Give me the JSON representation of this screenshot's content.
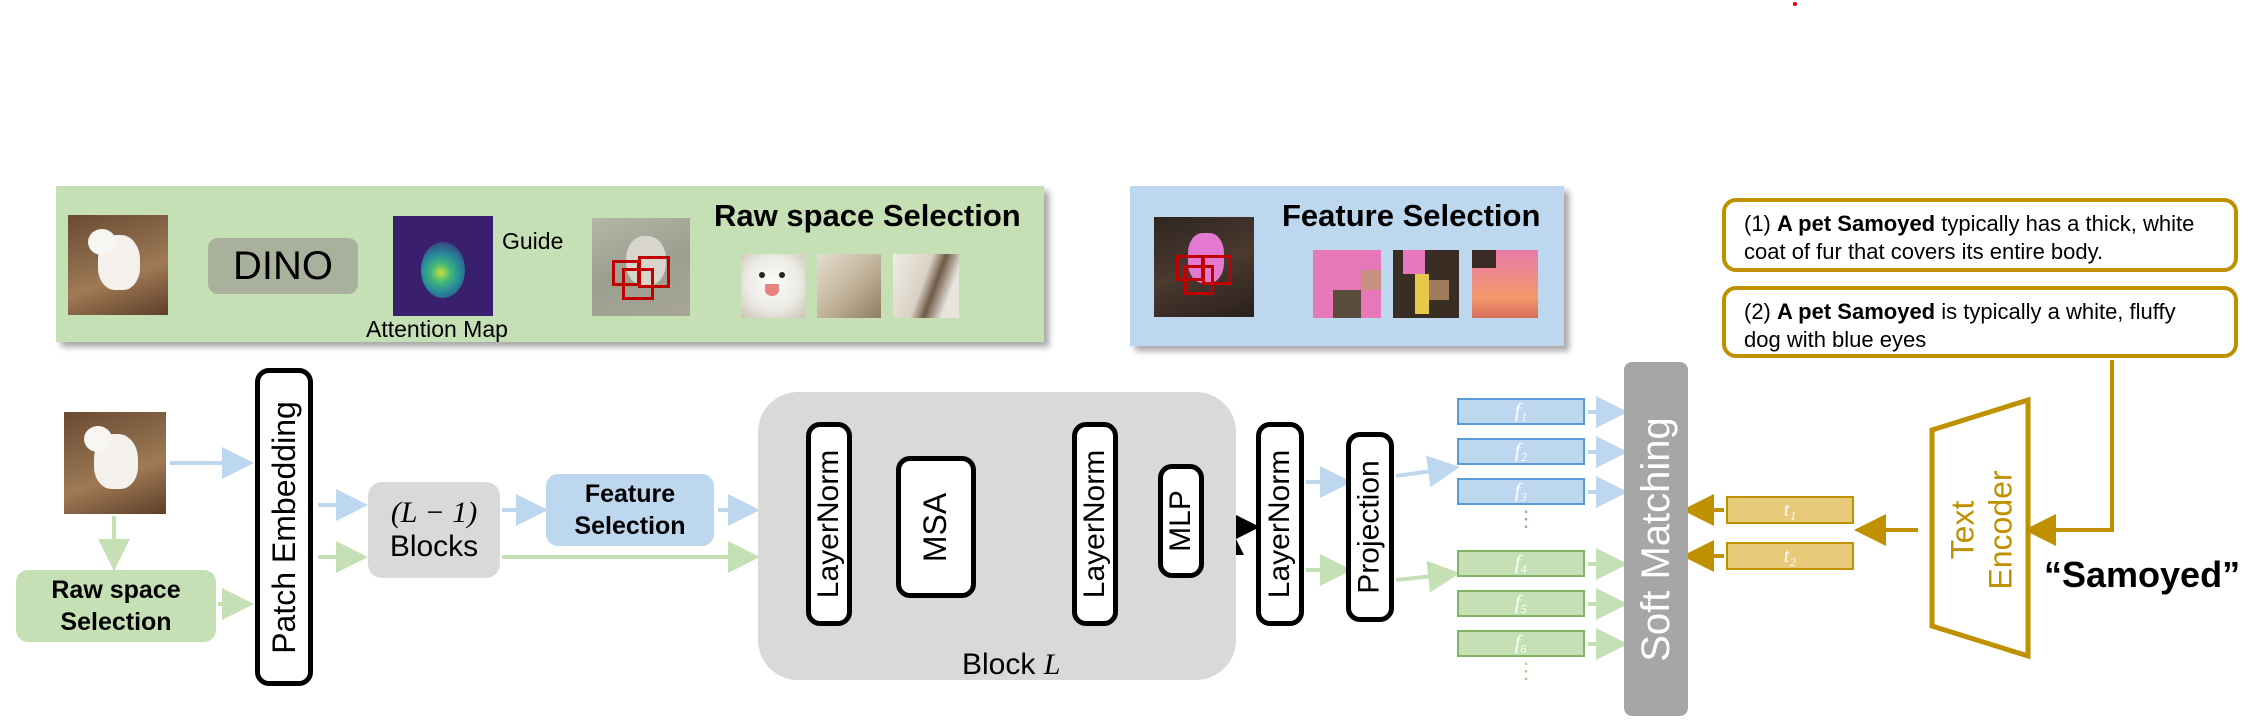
{
  "raw_panel": {
    "title": "Raw space Selection",
    "dino_label": "DINO",
    "attention_caption": "Attention Map",
    "guide_label": "Guide"
  },
  "feature_panel": {
    "title": "Feature Selection"
  },
  "pipeline": {
    "raw_space_selection": "Raw space\nSelection",
    "patch_embedding": "Patch Embedding",
    "blocks_math": "(L − 1)",
    "blocks_word": "Blocks",
    "feature_selection": "Feature\nSelection",
    "layernorm": "LayerNorm",
    "msa": "MSA",
    "mlp": "MLP",
    "block_word": "Block",
    "block_var": "L",
    "projection": "Projection",
    "soft_matching": "Soft Matching",
    "dots": "⋮"
  },
  "features": {
    "blue": [
      "f₁",
      "f₂",
      "f₃"
    ],
    "green": [
      "f₄",
      "f₅",
      "f₆"
    ]
  },
  "text_side": {
    "tokens": [
      "t₁",
      "t₂"
    ],
    "encoder_line1": "Text",
    "encoder_line2": "Encoder",
    "class_name": "“Samoyed”",
    "caption1": {
      "num": "(1) ",
      "bold": "A pet Samoyed",
      "rest": " typically has a thick, white coat of fur that covers its entire body."
    },
    "caption2": {
      "num": "(2) ",
      "bold": "A pet Samoyed",
      "rest": " is typically a white, fluffy dog with blue eyes"
    }
  },
  "colors": {
    "green_panel": "#c5e0b4",
    "blue_panel": "#bdd7ee",
    "gold": "#bf9000",
    "gray_block": "#d9d9d9",
    "soft_matching": "#a6a6a6"
  }
}
